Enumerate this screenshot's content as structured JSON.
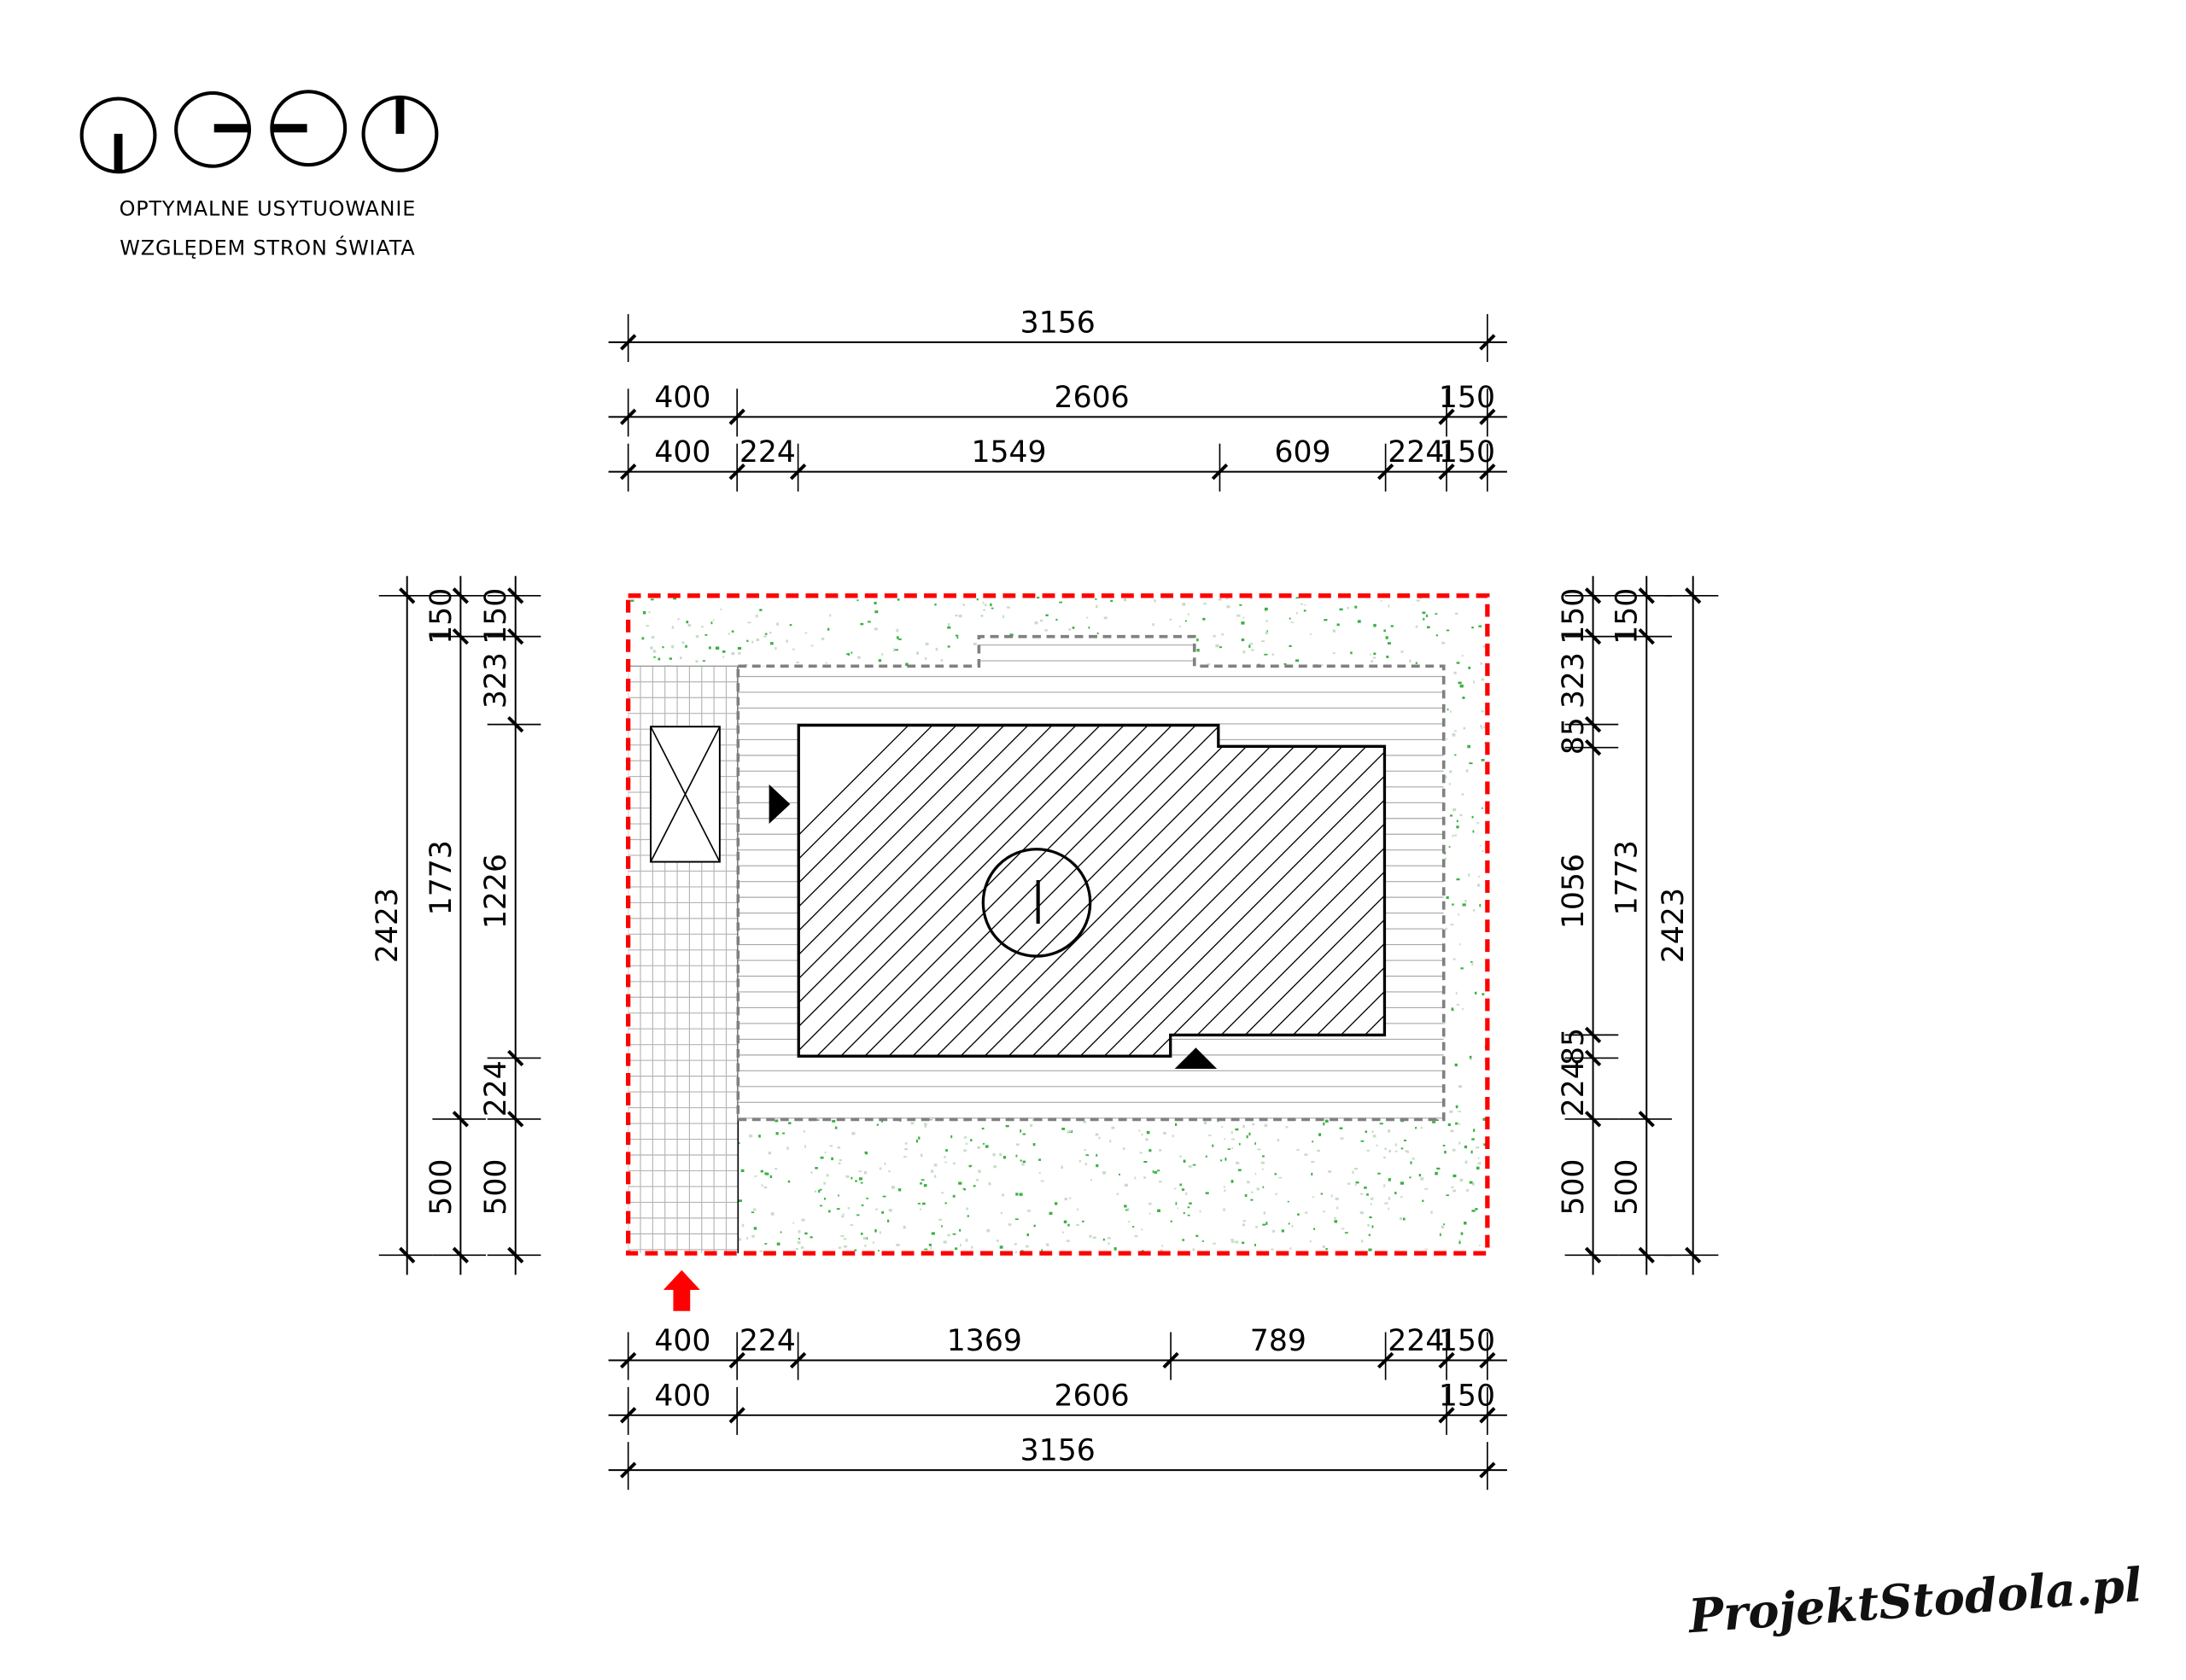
{
  "legend": {
    "icons": [
      "sun-orientation-south-icon",
      "sun-orientation-west-icon",
      "sun-orientation-east-icon",
      "sun-orientation-north-icon"
    ],
    "line1": "OPTYMALNE USYTUOWANIE",
    "line2": "WZGLĘDEM STRON ŚWIATA"
  },
  "colors": {
    "plot_boundary": "#ff0000",
    "greenery": "#3cb043",
    "terrace_outline": "#808080",
    "entry_arrow": "#ff0000"
  },
  "dimensions": {
    "top": [
      [
        "3156"
      ],
      [
        "400",
        "2606",
        "150"
      ],
      [
        "400",
        "224",
        "1549",
        "609",
        "224",
        "150"
      ]
    ],
    "bottom": [
      [
        "400",
        "224",
        "1369",
        "789",
        "224",
        "150"
      ],
      [
        "400",
        "2606",
        "150"
      ],
      [
        "3156"
      ]
    ],
    "left": [
      [
        "2423"
      ],
      [
        "150",
        "1773",
        "500"
      ],
      [
        "150",
        "323",
        "1226",
        "224",
        "500"
      ]
    ],
    "right": [
      [
        "150",
        "323",
        "85",
        "1056",
        "85",
        "224",
        "500"
      ],
      [
        "150",
        "1773",
        "500"
      ],
      [
        "2423"
      ]
    ]
  },
  "logo": "ProjektStodola.pl"
}
